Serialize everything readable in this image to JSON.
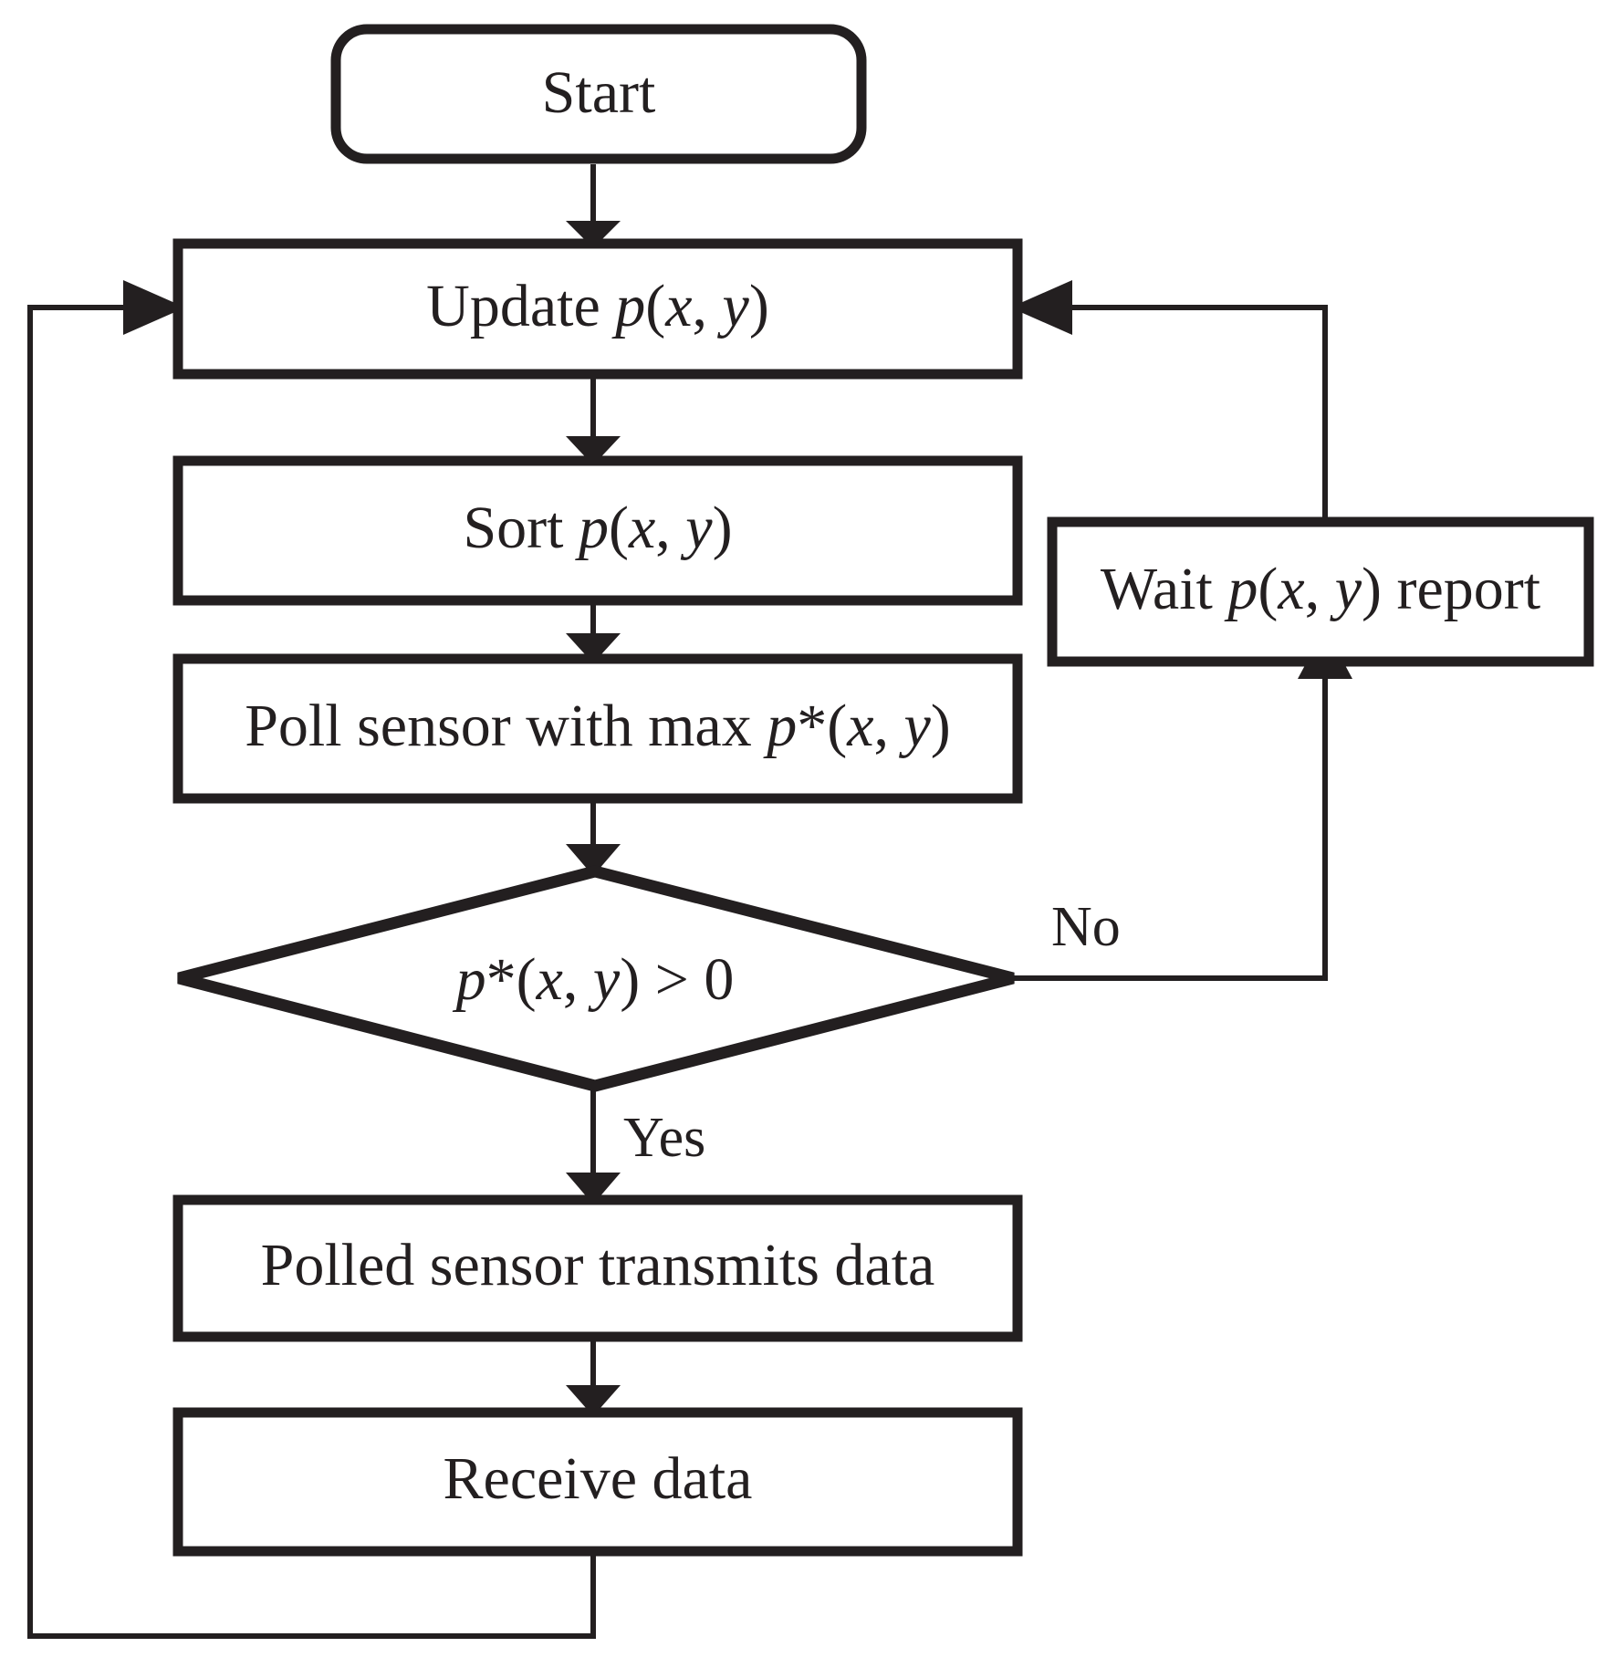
{
  "diagram": {
    "type": "flowchart",
    "title": "",
    "style": {
      "line_color": "#231f20",
      "fill_color": "#ffffff",
      "background": "#ffffff"
    },
    "nodes": [
      {
        "id": "start",
        "shape": "rounded-rectangle",
        "label": "Start",
        "label_parts": [
          {
            "text": "Start",
            "italic": false
          }
        ]
      },
      {
        "id": "update",
        "shape": "rectangle",
        "label": "Update p(x, y)",
        "label_parts": [
          {
            "text": "Update ",
            "italic": false
          },
          {
            "text": "p",
            "italic": true
          },
          {
            "text": "(",
            "italic": false
          },
          {
            "text": "x",
            "italic": true
          },
          {
            "text": ", ",
            "italic": false
          },
          {
            "text": "y",
            "italic": true
          },
          {
            "text": ")",
            "italic": false
          }
        ]
      },
      {
        "id": "sort",
        "shape": "rectangle",
        "label": "Sort p(x, y)",
        "label_parts": [
          {
            "text": "Sort ",
            "italic": false
          },
          {
            "text": "p",
            "italic": true
          },
          {
            "text": "(",
            "italic": false
          },
          {
            "text": "x",
            "italic": true
          },
          {
            "text": ", ",
            "italic": false
          },
          {
            "text": "y",
            "italic": true
          },
          {
            "text": ")",
            "italic": false
          }
        ]
      },
      {
        "id": "poll",
        "shape": "rectangle",
        "label": "Poll sensor with max p*(x, y)",
        "label_parts": [
          {
            "text": "Poll sensor with max ",
            "italic": false
          },
          {
            "text": "p",
            "italic": true
          },
          {
            "text": "*(",
            "italic": false
          },
          {
            "text": "x",
            "italic": true
          },
          {
            "text": ", ",
            "italic": false
          },
          {
            "text": "y",
            "italic": true
          },
          {
            "text": ")",
            "italic": false
          }
        ]
      },
      {
        "id": "decision",
        "shape": "diamond",
        "label": "p*(x, y) > 0",
        "label_parts": [
          {
            "text": "p",
            "italic": true
          },
          {
            "text": "*(",
            "italic": false
          },
          {
            "text": "x",
            "italic": true
          },
          {
            "text": ", ",
            "italic": false
          },
          {
            "text": "y",
            "italic": true
          },
          {
            "text": ") > 0",
            "italic": false
          }
        ]
      },
      {
        "id": "wait",
        "shape": "rectangle",
        "label": "Wait p(x, y) report",
        "label_parts": [
          {
            "text": "Wait ",
            "italic": false
          },
          {
            "text": "p",
            "italic": true
          },
          {
            "text": "(",
            "italic": false
          },
          {
            "text": "x",
            "italic": true
          },
          {
            "text": ", ",
            "italic": false
          },
          {
            "text": "y",
            "italic": true
          },
          {
            "text": ") report",
            "italic": false
          }
        ]
      },
      {
        "id": "transmit",
        "shape": "rectangle",
        "label": "Polled sensor transmits data",
        "label_parts": [
          {
            "text": "Polled sensor transmits data",
            "italic": false
          }
        ]
      },
      {
        "id": "receive",
        "shape": "rectangle",
        "label": "Receive data",
        "label_parts": [
          {
            "text": "Receive data",
            "italic": false
          }
        ]
      }
    ],
    "edges": [
      {
        "id": "start-update",
        "from": "start",
        "to": "update",
        "label": ""
      },
      {
        "id": "update-sort",
        "from": "update",
        "to": "sort",
        "label": ""
      },
      {
        "id": "sort-poll",
        "from": "sort",
        "to": "poll",
        "label": ""
      },
      {
        "id": "poll-decision",
        "from": "poll",
        "to": "decision",
        "label": ""
      },
      {
        "id": "decision-wait",
        "from": "decision",
        "to": "wait",
        "label": "No"
      },
      {
        "id": "decision-transmit",
        "from": "decision",
        "to": "transmit",
        "label": "Yes"
      },
      {
        "id": "wait-update",
        "from": "wait",
        "to": "update",
        "label": ""
      },
      {
        "id": "transmit-receive",
        "from": "transmit",
        "to": "receive",
        "label": ""
      },
      {
        "id": "receive-update",
        "from": "receive",
        "to": "update",
        "label": ""
      }
    ],
    "edge_labels": {
      "no": "No",
      "yes": "Yes"
    }
  }
}
